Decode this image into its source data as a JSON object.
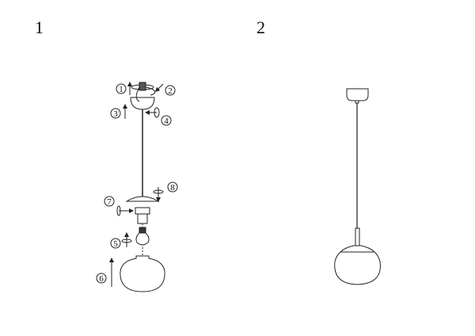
{
  "panels": [
    {
      "label": "1",
      "description_steps": [
        "1",
        "2",
        "3",
        "4",
        "5",
        "6",
        "7",
        "8"
      ]
    },
    {
      "label": "2"
    }
  ],
  "colors": {
    "line": "#222222"
  }
}
